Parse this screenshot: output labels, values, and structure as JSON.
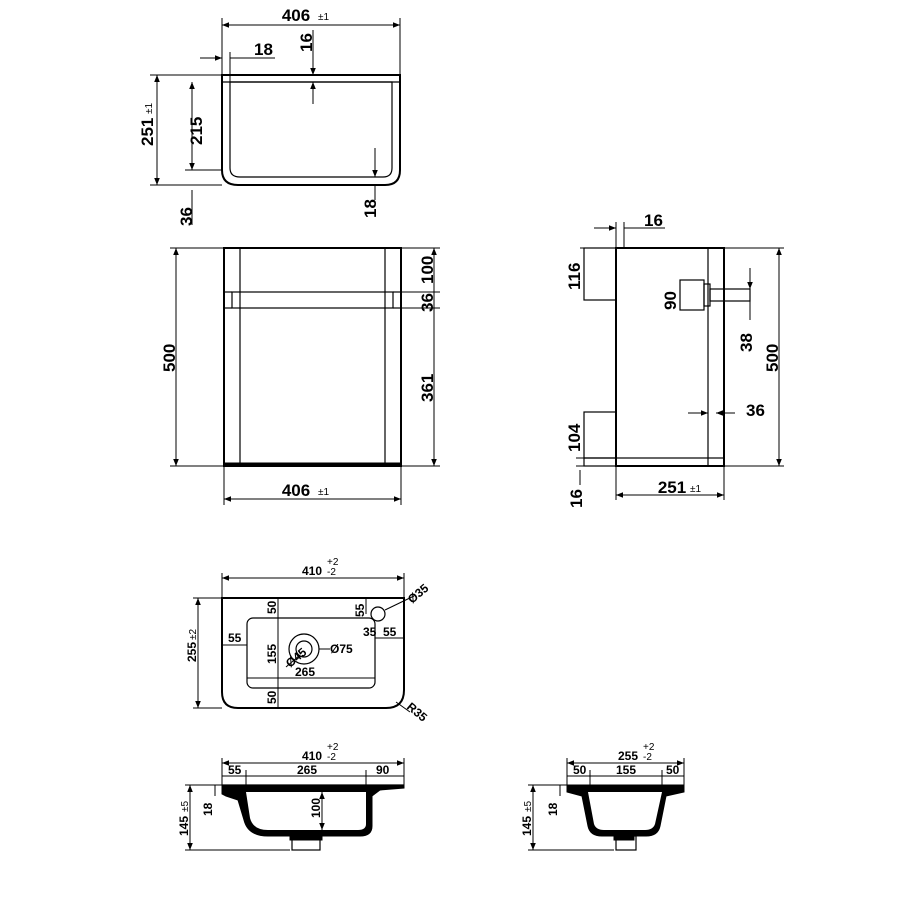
{
  "top_view": {
    "width": "406",
    "width_tol": "±1",
    "wall": "18",
    "top_gap": "16",
    "depth": "251",
    "depth_tol": "±1",
    "inner_height": "215",
    "bottom_wall": "18",
    "rail": "36"
  },
  "front_view": {
    "height": "500",
    "top": "100",
    "rail": "36",
    "lower": "361",
    "width": "406",
    "width_tol": "±1"
  },
  "side_view": {
    "panel": "16",
    "upper_bracket": "116",
    "fixing": "90",
    "rail_gap": "38",
    "height": "500",
    "lower_bracket": "104",
    "rail": "36",
    "base": "16",
    "depth": "251",
    "depth_tol": "±1"
  },
  "basin_plan": {
    "width": "410",
    "width_tol_plus": "+2",
    "width_tol_minus": "-2",
    "depth": "255",
    "depth_tol": "±2",
    "top_margin": "50",
    "tap_offset": "55",
    "tap_hole": "Ø35",
    "left_margin": "55",
    "right_margin_a": "35",
    "right_margin_b": "55",
    "bowl_depth": "155",
    "waste_dia": "Ø75",
    "waste_inner": "Ø45",
    "bowl_width": "265",
    "bottom_margin": "50",
    "corner_radius": "R35"
  },
  "basin_section_long": {
    "width": "410",
    "width_tol_plus": "+2",
    "width_tol_minus": "-2",
    "left": "55",
    "bowl": "265",
    "right": "90",
    "height": "145",
    "height_tol": "±5",
    "rim": "18",
    "bowl_depth": "100"
  },
  "basin_section_short": {
    "width": "255",
    "width_tol_plus": "+2",
    "width_tol_minus": "-2",
    "left": "50",
    "bowl": "155",
    "right": "50",
    "height": "145",
    "height_tol": "±5",
    "rim": "18"
  }
}
